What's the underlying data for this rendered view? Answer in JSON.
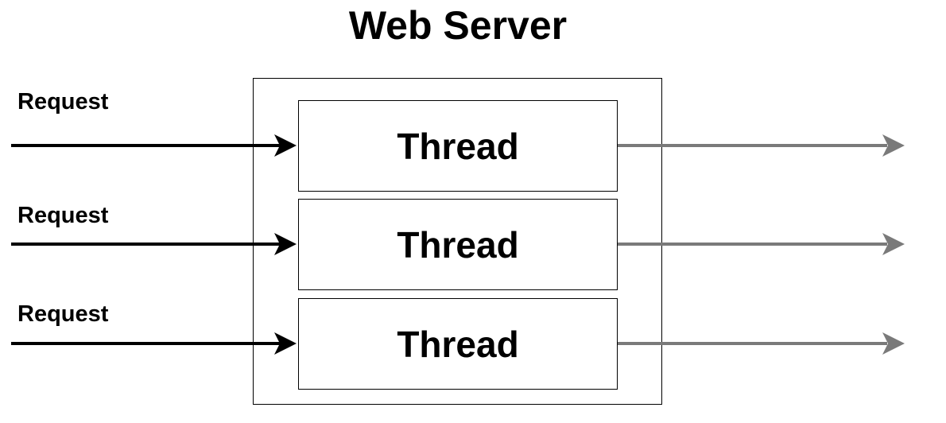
{
  "diagram": {
    "title": "Web Server",
    "threads": [
      {
        "label": "Thread",
        "request_label": "Request"
      },
      {
        "label": "Thread",
        "request_label": "Request"
      },
      {
        "label": "Thread",
        "request_label": "Request"
      }
    ],
    "colors": {
      "incoming_arrow": "#000000",
      "outgoing_arrow": "#7a7a7a",
      "border": "#000000"
    }
  }
}
